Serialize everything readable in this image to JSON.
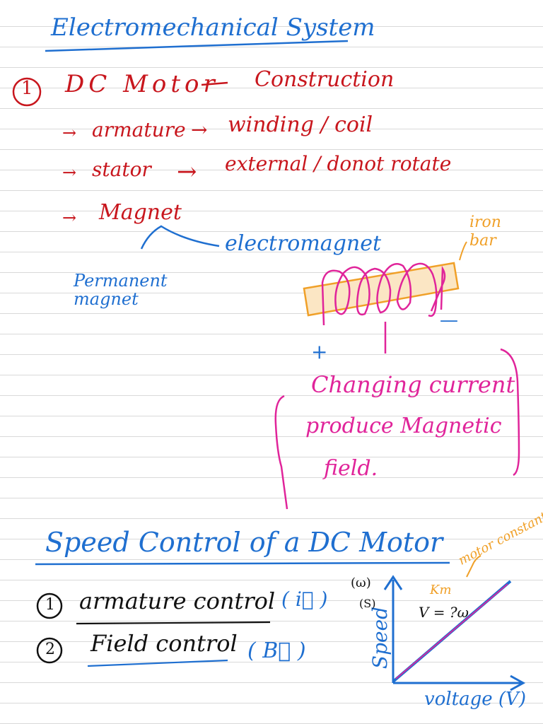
{
  "title": "Electromechanical System",
  "section1": {
    "number": "1",
    "heading": "DC Motor",
    "subheading": "Construction",
    "items": [
      {
        "arrow": "→",
        "term": "armature",
        "sep": "→",
        "desc": "winding / coil"
      },
      {
        "arrow": "→",
        "term": "stator",
        "sep": "→",
        "desc": "external / donot rotate"
      },
      {
        "arrow": "→",
        "term": "Magnet",
        "sep": "",
        "desc": ""
      }
    ],
    "magnet_branches": {
      "left": "Permanent magnet",
      "right": "electromagnet"
    },
    "diagram": {
      "bar_label": "iron bar",
      "plus": "+",
      "minus": "—",
      "note": [
        "Changing current",
        "produce Magnetic",
        "field."
      ]
    }
  },
  "section2": {
    "heading": "Speed Control of a DC Motor",
    "methods": [
      {
        "number": "1",
        "label": "armature control",
        "symbol": "( i⃗ )"
      },
      {
        "number": "2",
        "label": "Field control",
        "symbol": "( B⃗ )"
      }
    ],
    "graph": {
      "y_label": "Speed",
      "y_unit_top": "(ω)",
      "y_unit_bottom": "(S)",
      "x_label": "voltage (V)",
      "equation": "V = ?ω",
      "slope_label": "Km",
      "slope_note": "motor constant"
    }
  },
  "colors": {
    "red": "#c8161d",
    "blue": "#1f6fd0",
    "pink": "#e0249a",
    "orange": "#f0a028",
    "black": "#111111"
  }
}
